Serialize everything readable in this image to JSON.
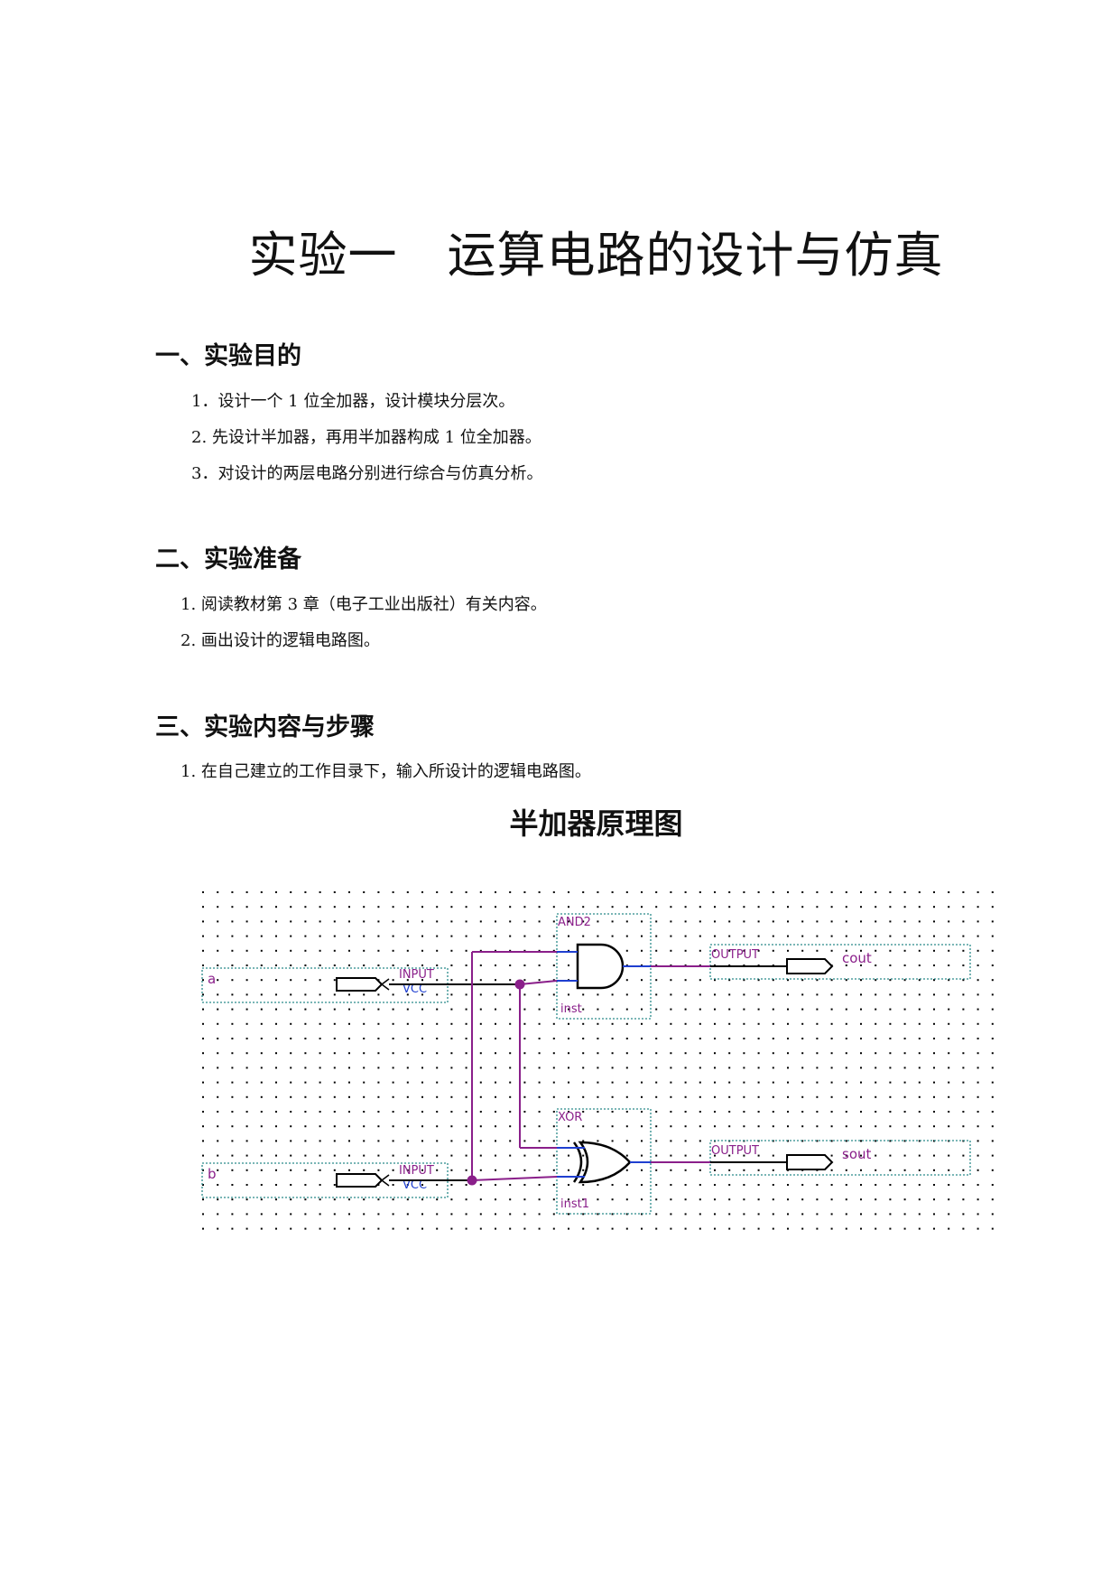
{
  "title": "实验一　运算电路的设计与仿真",
  "sections": [
    {
      "heading": "一、实验目的",
      "items": [
        "1．设计一个 1 位全加器，设计模块分层次。",
        "2.  先设计半加器，再用半加器构成 1 位全加器。",
        "3．对设计的两层电路分别进行综合与仿真分析。"
      ]
    },
    {
      "heading": "二、实验准备",
      "items": [
        "1.  阅读教材第 3 章（电子工业出版社）有关内容。",
        "2.  画出设计的逻辑电路图。"
      ]
    },
    {
      "heading": "三、实验内容与步骤",
      "items": [
        "1.  在自己建立的工作目录下，输入所设计的逻辑电路图。"
      ]
    }
  ],
  "figure": {
    "title": "半加器原理图",
    "inputs": [
      {
        "name": "a",
        "type": "INPUT",
        "default": "VCC"
      },
      {
        "name": "b",
        "type": "INPUT",
        "default": "VCC"
      }
    ],
    "gates": [
      {
        "type": "AND2",
        "instance": "inst"
      },
      {
        "type": "XOR",
        "instance": "inst1"
      }
    ],
    "outputs": [
      {
        "name": "cout",
        "type": "OUTPUT"
      },
      {
        "name": "sout",
        "type": "OUTPUT"
      }
    ],
    "colors": {
      "wire_black": "#000000",
      "wire_purple": "#8a1f8a",
      "pin_blue": "#1f3fd0",
      "box_border": "#2a8a8a",
      "grid_dot": "#000000"
    }
  }
}
